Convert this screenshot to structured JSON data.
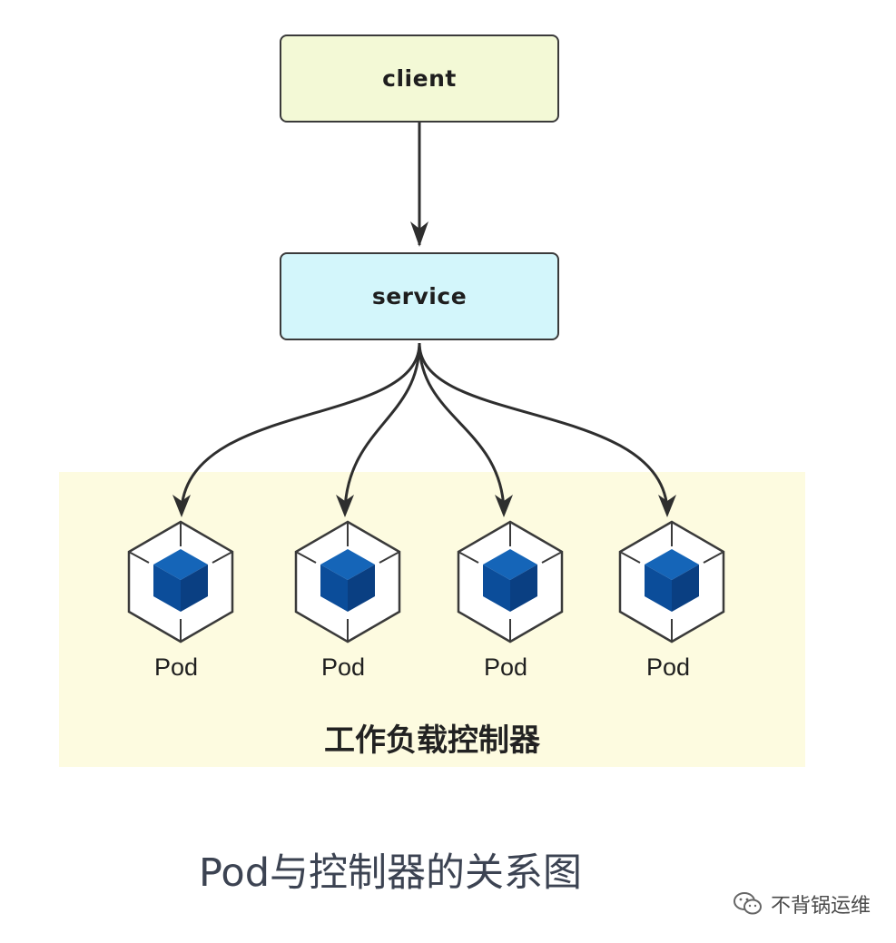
{
  "nodes": {
    "client": "client",
    "service": "service"
  },
  "pods": [
    {
      "label": "Pod"
    },
    {
      "label": "Pod"
    },
    {
      "label": "Pod"
    },
    {
      "label": "Pod"
    }
  ],
  "region_label": "工作负载控制器",
  "caption": "Pod与控制器的关系图",
  "watermark": {
    "text": "不背锅运维",
    "icon": "wechat-icon"
  },
  "colors": {
    "client_fill": "#f3f9d6",
    "service_fill": "#d3f6fb",
    "region_fill": "#fdfbe0",
    "pod_cube": "#0b4d9a"
  }
}
